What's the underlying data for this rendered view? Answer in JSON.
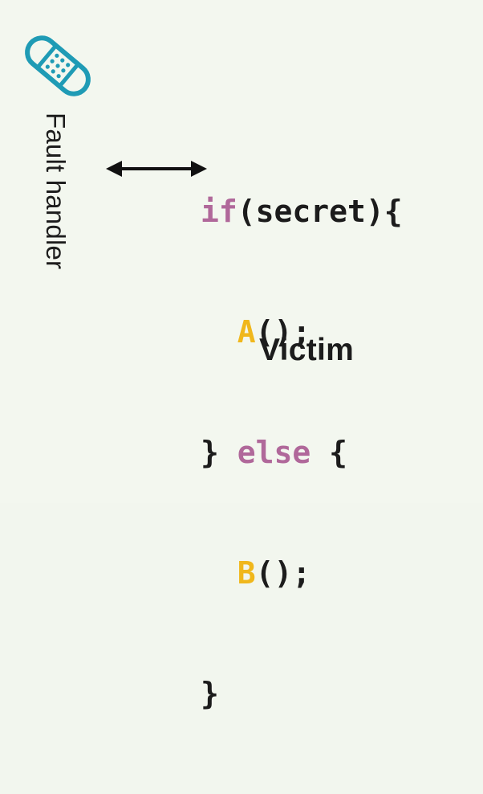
{
  "labels": {
    "fault_handler": "Fault handler",
    "victim": "Victim"
  },
  "code": {
    "line1": {
      "keyword": "if",
      "rest": "(secret){"
    },
    "line2": {
      "indent": "  ",
      "call": "A",
      "rest": "();"
    },
    "line3": {
      "brace": "} ",
      "keyword": "else",
      "rest": " {"
    },
    "line4": {
      "indent": "  ",
      "call": "B",
      "rest": "();"
    },
    "line5": {
      "brace": "}"
    }
  },
  "icons": {
    "bandage": "bandage-icon",
    "arrow": "double-arrow-icon"
  },
  "colors": {
    "background": "#f3f7ef",
    "keyword": "#b0689a",
    "call": "#f0b71c",
    "text": "#1c1c1c",
    "bandage": "#1f9bb5"
  }
}
